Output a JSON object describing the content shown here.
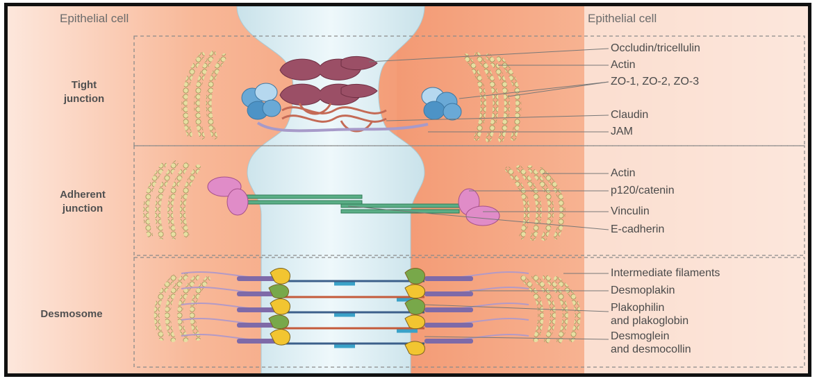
{
  "cells": {
    "left": "Epithelial cell",
    "right": "Epithelial cell"
  },
  "regions": {
    "tight": "Tight\njunction",
    "adherent": "Adherent\njunction",
    "desmosome": "Desmosome"
  },
  "tight_labels": [
    "Occludin/tricellulin",
    "Actin",
    "ZO-1, ZO-2, ZO-3",
    "Claudin",
    "JAM"
  ],
  "adherent_labels": [
    "Actin",
    "p120/catenin",
    "Vinculin",
    "E-cadherin"
  ],
  "desmosome_labels": [
    "Intermediate filaments",
    "Desmoplakin",
    "Plakophilin\nand plakoglobin",
    "Desmoglein\nand desmocollin"
  ],
  "colors": {
    "cytoplasm": "#f5a37e",
    "intercellular": "#dceef3",
    "occludin": "#9b4f66",
    "zo": "#6aa9d6",
    "actin": "#d8cf8a",
    "claudin": "#c46a55",
    "jam": "#a79ac9",
    "ecadherin": "#5aae86",
    "catenin": "#e08cc8",
    "plakoglobin": "#f2c531",
    "plakophilin": "#78a84a",
    "desmoplakin": "#7e6aa8"
  }
}
